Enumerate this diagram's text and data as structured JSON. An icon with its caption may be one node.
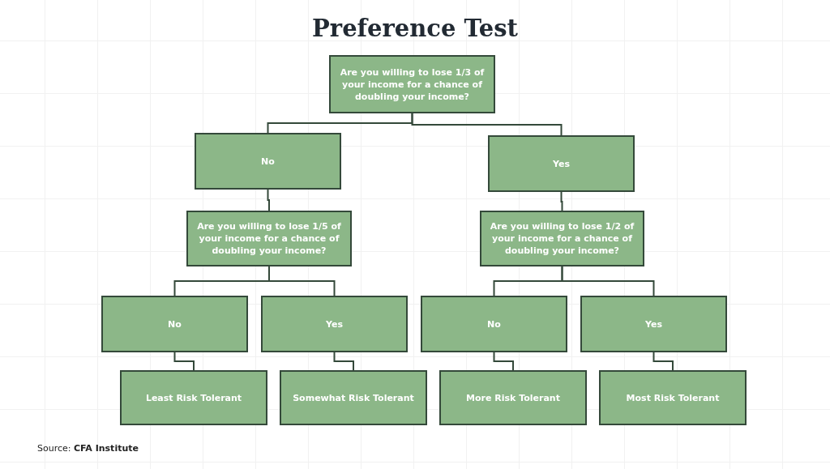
{
  "diagram": {
    "title": "Preference Test",
    "nodes": [
      {
        "text": [
          "Are you willing to lose 1/3 of your income for a chance of doubling your income?"
        ]
      },
      {
        "text": [
          "No"
        ]
      },
      {
        "text": [
          "Yes"
        ]
      },
      {
        "text": [
          "Are you willing to lose 1/5 of your income for a chance of doubling your income?"
        ]
      },
      {
        "text": [
          "Are you willing to lose 1/2 of your income for a chance of doubling your income?"
        ]
      },
      {
        "text": [
          "No"
        ]
      },
      {
        "text": [
          "Yes"
        ]
      },
      {
        "text": [
          "No"
        ]
      },
      {
        "text": [
          "Yes"
        ]
      },
      {
        "text": [
          "Least Risk Tolerant"
        ]
      },
      {
        "text": [
          "Somewhat Risk Tolerant"
        ]
      },
      {
        "text": [
          "More Risk Tolerant"
        ]
      },
      {
        "text": [
          "Most Risk Tolerant"
        ]
      }
    ],
    "edges": [
      {
        "from": 0,
        "to": 1,
        "arrow": "none"
      },
      {
        "from": 0,
        "to": 2,
        "arrow": "none"
      },
      {
        "from": 1,
        "to": 3,
        "arrow": "none"
      },
      {
        "from": 2,
        "to": 4,
        "arrow": "none"
      },
      {
        "from": 3,
        "to": 5,
        "arrow": "none"
      },
      {
        "from": 3,
        "to": 6,
        "arrow": "none"
      },
      {
        "from": 4,
        "to": 7,
        "arrow": "none"
      },
      {
        "from": 4,
        "to": 8,
        "arrow": "none"
      },
      {
        "from": 5,
        "to": 9,
        "arrow": "none"
      },
      {
        "from": 6,
        "to": 10,
        "arrow": "none"
      },
      {
        "from": 7,
        "to": 11,
        "arrow": "none"
      },
      {
        "from": 8,
        "to": 12,
        "arrow": "none"
      }
    ],
    "labels": [
      "Source: **CFA Institute**"
    ]
  }
}
